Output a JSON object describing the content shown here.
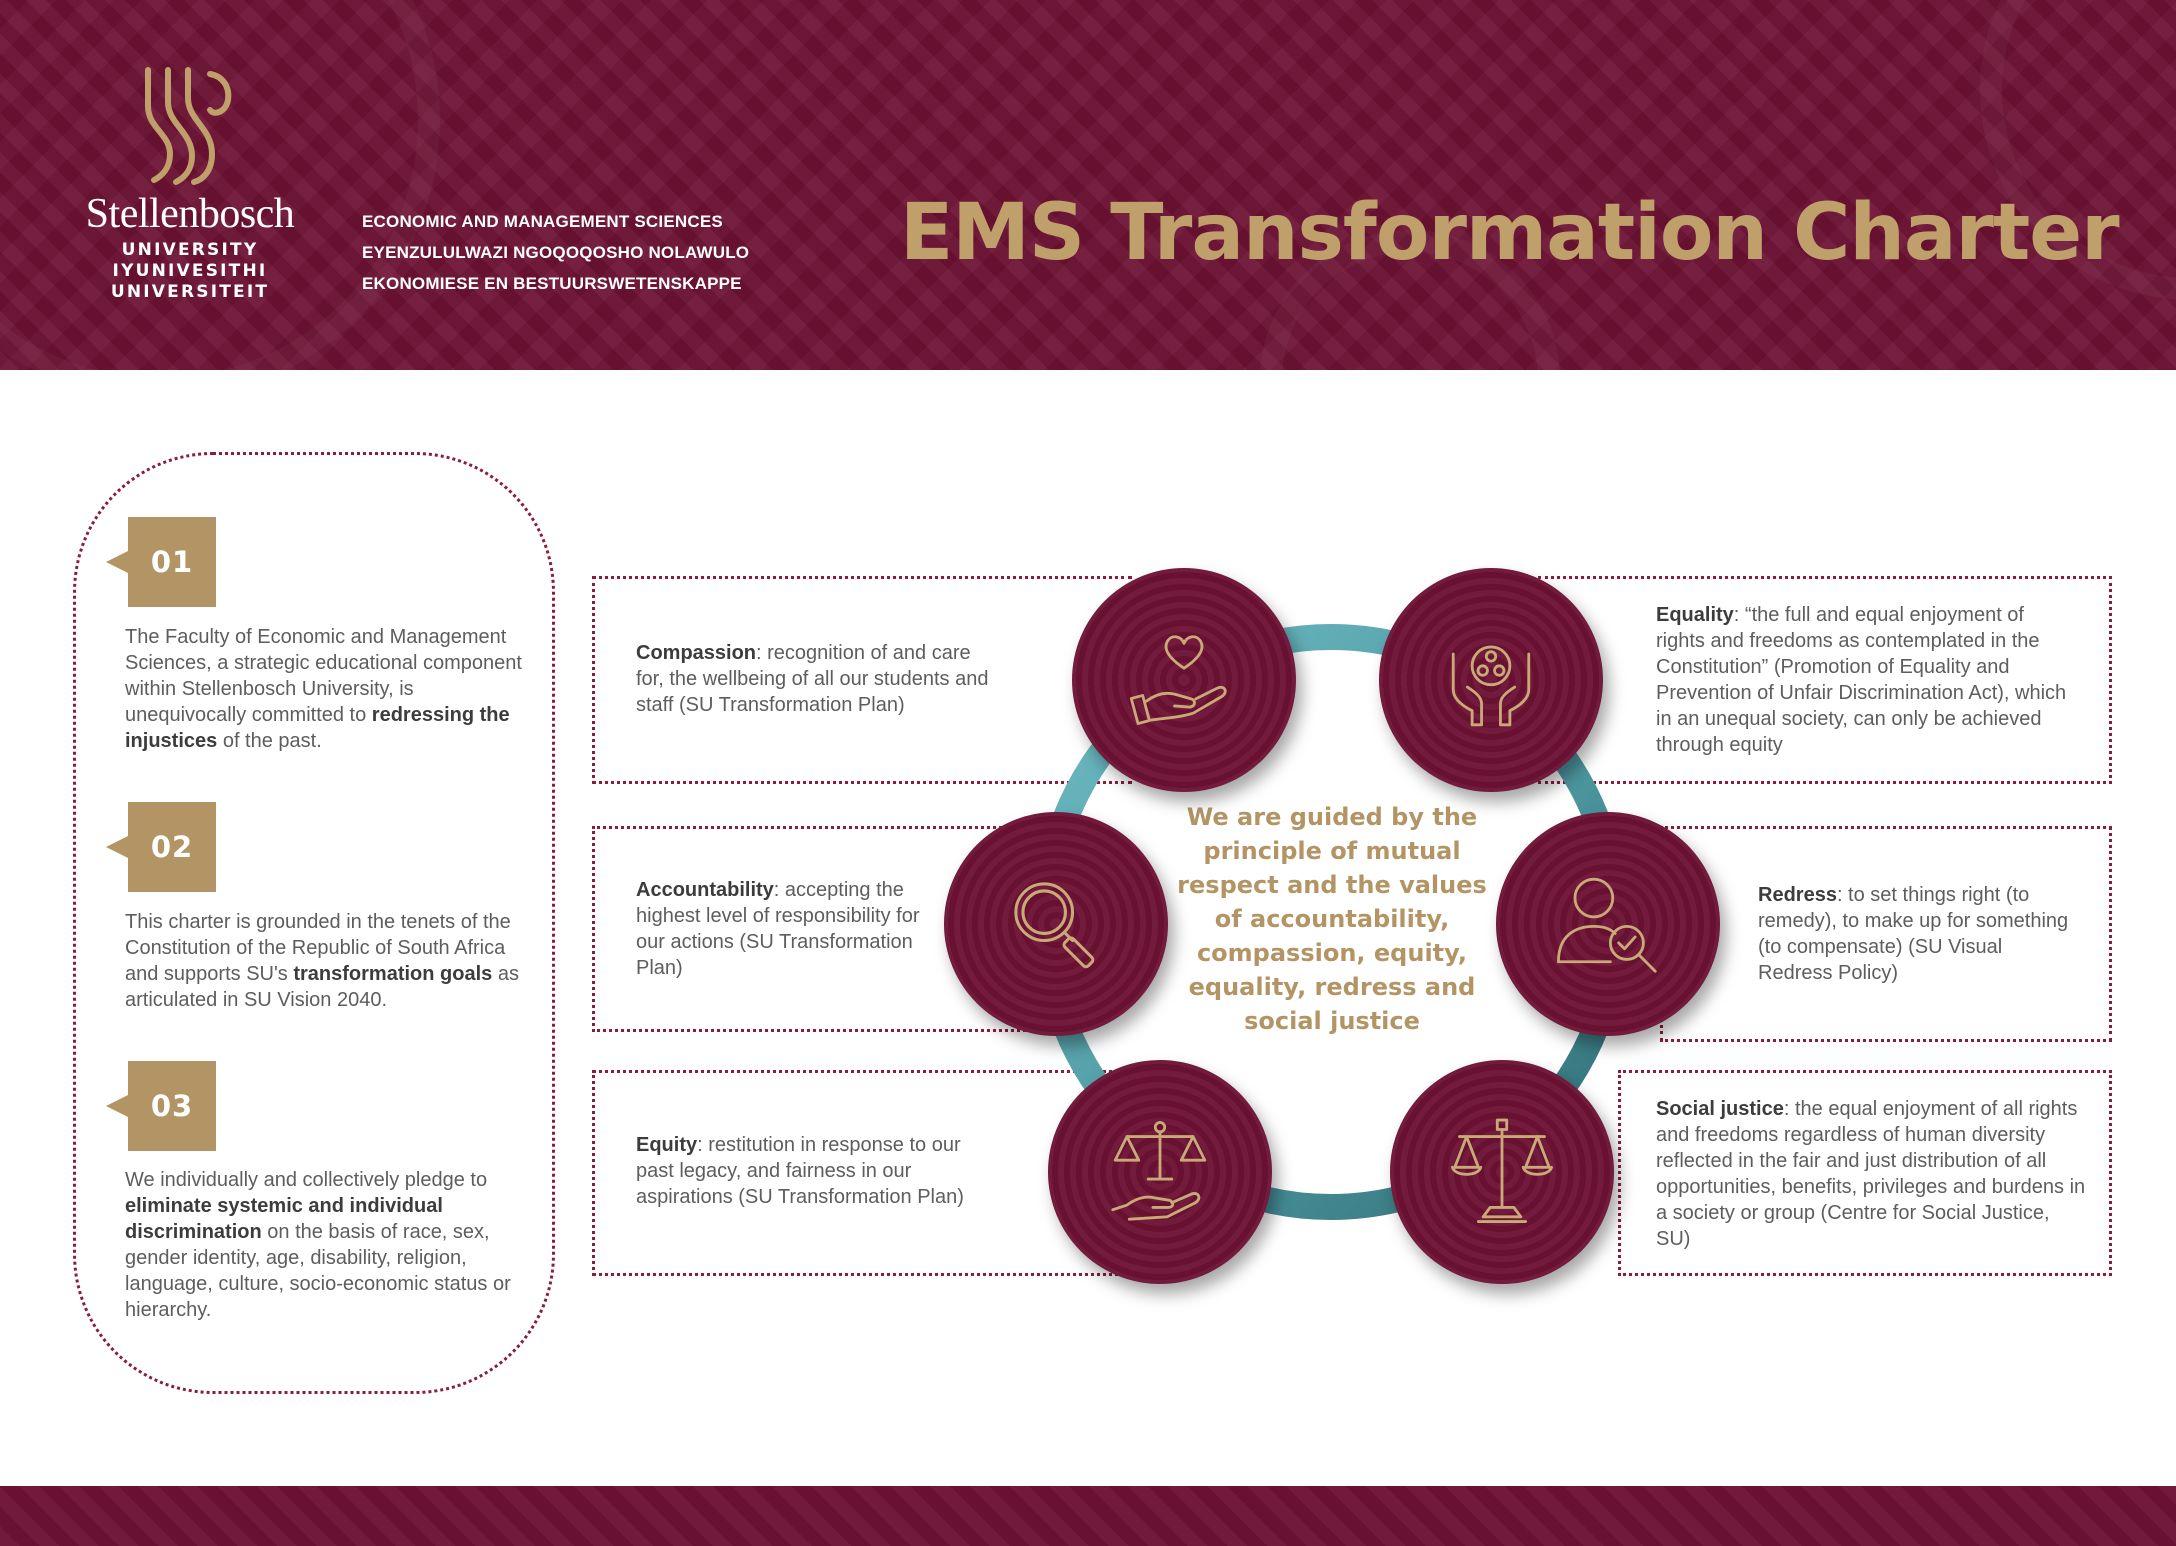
{
  "header": {
    "university_name": "Stellenbosch",
    "university_lines": [
      "UNIVERSITY",
      "IYUNIVESITHI",
      "UNIVERSITEIT"
    ],
    "faculty_lines": [
      "ECONOMIC AND MANAGEMENT SCIENCES",
      "EYENZULULWAZI NGOQOQOSHO NOLAWULO",
      "EKONOMIESE EN BESTUURSWETENSKAPPE"
    ],
    "title": "EMS Transformation Charter"
  },
  "commitments": [
    {
      "number": "01",
      "text_before": "The Faculty of Economic and Management Sciences, a strategic educational component within Stellenbosch University, is unequivocally committed to ",
      "text_bold": "redressing the injustices",
      "text_after": " of the past."
    },
    {
      "number": "02",
      "text_before": "This charter is grounded in the tenets of the Constitution of the Republic of South Africa and supports SU's ",
      "text_bold": "transformation goals",
      "text_after": " as articulated in SU Vision 2040."
    },
    {
      "number": "03",
      "text_before": "We individually and collectively pledge to ",
      "text_bold": "eliminate systemic and individual discrimination",
      "text_after": " on the basis of race, sex, gender identity, age, disability, religion, language, culture, socio-economic status or hierarchy."
    }
  ],
  "values": {
    "compassion": {
      "term": "Compassion",
      "definition": ": recognition of and care for, the wellbeing of all our students and staff (SU Transformation Plan)",
      "icon": "heart-hand-icon"
    },
    "equality": {
      "term": "Equality",
      "definition": ": “the full and equal enjoyment of rights and freedoms as contemplated in the Constitution” (Promotion of Equality and Prevention of Unfair Discrimination Act), which in an unequal society, can only be achieved through equity",
      "icon": "hands-people-icon"
    },
    "accountability": {
      "term": "Accountability",
      "definition": ": accepting the highest level of responsibility for our actions (SU Transformation Plan)",
      "icon": "magnifier-icon"
    },
    "redress": {
      "term": "Redress",
      "definition": ": to set things right (to remedy), to make up for something (to compensate) (SU Visual Redress Policy)",
      "icon": "person-check-icon"
    },
    "equity": {
      "term": "Equity",
      "definition": ": restitution in response to our past legacy, and fairness in our aspirations (SU Transformation Plan)",
      "icon": "scale-hand-icon"
    },
    "social_justice": {
      "term": "Social justice",
      "definition": ": the equal enjoyment of all rights and freedoms regardless of human diversity reflected in the fair and just distribution of all opportunities, benefits, privileges and burdens in a society or group (Centre for Social Justice, SU)",
      "icon": "justice-scale-icon"
    }
  },
  "centre_statement": "We are guided by the principle of mutual respect and the values of accountability, compassion, equity, equality, redress and social justice",
  "colors": {
    "maroon": "#6d1234",
    "gold": "#b39565",
    "title_gold": "#c0a06a",
    "teal_light": "#6fbcc4",
    "teal_dark": "#2f6b73",
    "dotted_border": "#8b1d3a"
  }
}
